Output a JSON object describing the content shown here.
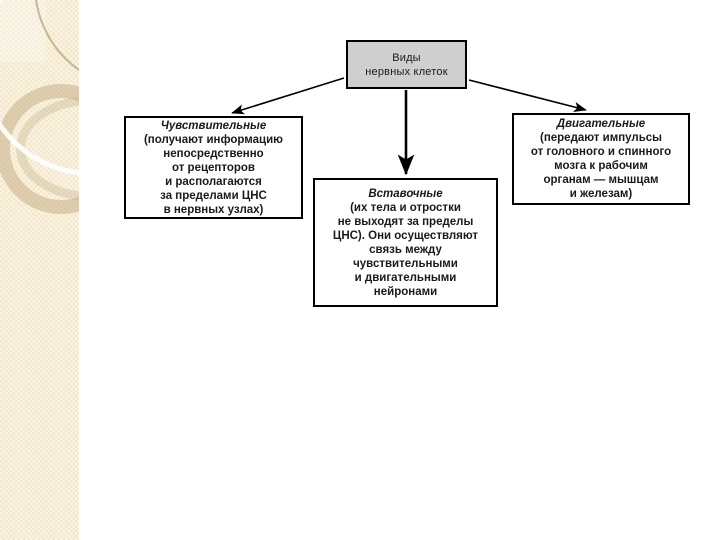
{
  "slide": {
    "background_color": "#ffffff",
    "decoration": {
      "name": "beige-textured-left-band",
      "band_color": "#f3e7c8",
      "ring_white_color": "#ffffff",
      "ring_tan_color": "#c6b189",
      "ring_outline_color": "#baa378"
    }
  },
  "diagram": {
    "type": "flowchart",
    "root": {
      "id": "root",
      "fill_color": "#cfcfcf",
      "border_color": "#000000",
      "lines": [
        "Виды",
        "нервных клеток"
      ]
    },
    "children": [
      {
        "id": "sensory",
        "fill_color": "#ffffff",
        "border_color": "#000000",
        "title": "Чувствительные",
        "lines": [
          "(получают информацию",
          "непосредственно",
          "от рецепторов",
          "и располагаются",
          "за пределами ЦНС",
          "в нервных узлах)"
        ]
      },
      {
        "id": "interneuron",
        "fill_color": "#ffffff",
        "border_color": "#000000",
        "title": "Вставочные",
        "lines": [
          "(их тела и отростки",
          "не выходят за пределы",
          "ЦНС). Они осуществляют",
          "связь между",
          "чувствительными",
          "и двигательными",
          "нейронами"
        ]
      },
      {
        "id": "motor",
        "fill_color": "#ffffff",
        "border_color": "#000000",
        "title": "Двигательные",
        "lines": [
          "(передают импульсы",
          "от головного и спинного",
          "мозга к рабочим",
          "органам — мышцам",
          "и железам)"
        ]
      }
    ],
    "connectors": [
      {
        "id": "root-to-sensory",
        "from": "root",
        "to": "sensory",
        "style": "arrow-diagonal-left"
      },
      {
        "id": "root-to-interneuron",
        "from": "root",
        "to": "interneuron",
        "style": "arrow-vertical"
      },
      {
        "id": "root-to-motor",
        "from": "root",
        "to": "motor",
        "style": "arrow-diagonal-right"
      }
    ]
  }
}
